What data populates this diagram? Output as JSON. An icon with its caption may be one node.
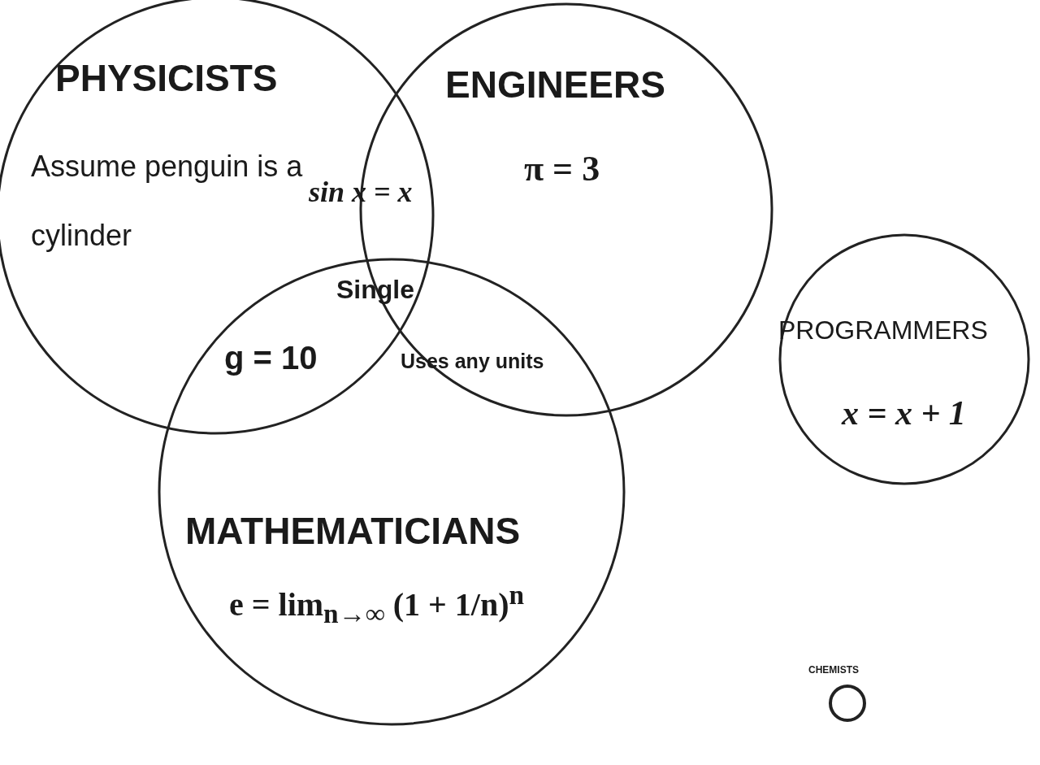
{
  "diagram": {
    "nodes": [
      {
        "text": [
          "PHYSICISTS",
          "Assume penguin is a cylinder"
        ]
      },
      {
        "text": [
          "ENGINEERS",
          "π = 3"
        ]
      },
      {
        "text": [
          "MATHEMATICIANS",
          "e = lim$_{n→∞}$ (1 + 1/n)$^{n}$"
        ]
      },
      {
        "text": [
          "PROGRAMMERS",
          "x = x + 1"
        ]
      },
      {
        "text": [
          "CHEMISTS"
        ]
      }
    ],
    "edges": [],
    "labels": [
      "sin x = x",
      "Single",
      "g = 10",
      "Uses any units"
    ]
  }
}
